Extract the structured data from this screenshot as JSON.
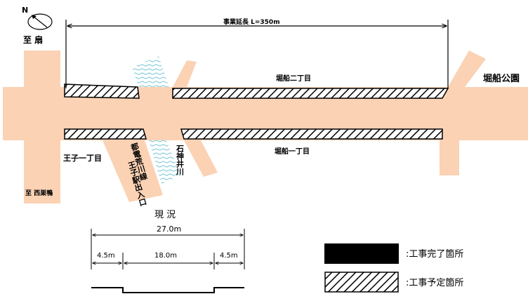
{
  "compass": {
    "letter": "N"
  },
  "labels": {
    "to_ogi": "至 扇",
    "to_nishisugamo": "至 西巣鴨",
    "project_length": "事業延長 L=350m",
    "horifune_2": "堀船二丁目",
    "horifune_1": "堀船一丁目",
    "horifune_park": "堀船公園",
    "oji_1": "王子一丁目",
    "shakujii_river": "石神井川",
    "toden_arakawa": "都電荒川線",
    "oji_station_exit": "王子駅出入口"
  },
  "cross_section": {
    "title": "現 況",
    "total_width": "27.0m",
    "left_sidewalk": "4.5m",
    "carriageway": "18.0m",
    "right_sidewalk": "4.5m"
  },
  "legend": {
    "completed": {
      "label": ":工事完了箇所",
      "color": "#000000"
    },
    "planned": {
      "label": ":工事予定箇所",
      "pattern": "diagonal-hatch"
    }
  },
  "colors": {
    "road": "#fbd2b4",
    "river": "#8fd0dc"
  }
}
